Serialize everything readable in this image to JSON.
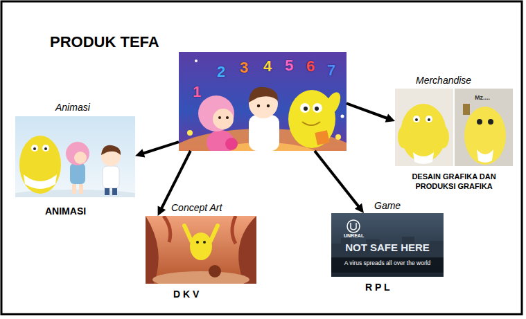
{
  "diagram": {
    "title": "PRODUK TEFA",
    "nodes": [
      {
        "text": [
          "1",
          "2",
          "3",
          "4",
          "5",
          "6",
          "7"
        ]
      },
      {
        "text": [
          "Animasi",
          "ANIMASI"
        ]
      },
      {
        "text": [
          "Concept Art",
          "D K V"
        ]
      },
      {
        "text": [
          "Game",
          "UNREAL",
          "NOT SAFE HERE",
          "A virus spreads all over the world",
          "R P L"
        ]
      },
      {
        "text": [
          "Merchandise",
          "DESAIN GRAFIKA DAN PRODUKSI GRAFIKA",
          "Mz...."
        ]
      }
    ],
    "edges": [
      {
        "from": 0,
        "to": 1,
        "arrow": "to"
      },
      {
        "from": 0,
        "to": 2,
        "arrow": "to"
      },
      {
        "from": 0,
        "to": 3,
        "arrow": "to"
      },
      {
        "from": 0,
        "to": 4,
        "arrow": "to"
      }
    ]
  }
}
